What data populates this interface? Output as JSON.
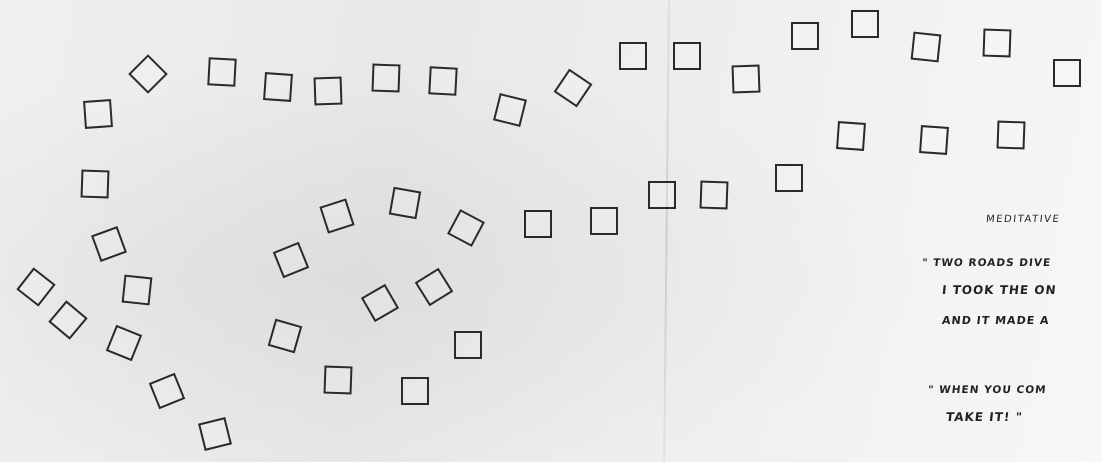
{
  "note": {
    "heading": "MEDITATIVE",
    "quote1_line1": "\" TWO ROADS DIVE",
    "quote1_line2": "I TOOK THE ON",
    "quote1_line3": "AND IT MADE A",
    "quote2_line1": "\" WHEN YOU COM",
    "quote2_line2": "TAKE IT! \""
  },
  "colors": {
    "paper": "#e9ebec",
    "ink": "#2a2a2a"
  },
  "icons": {
    "step_marker": "square-outline"
  }
}
